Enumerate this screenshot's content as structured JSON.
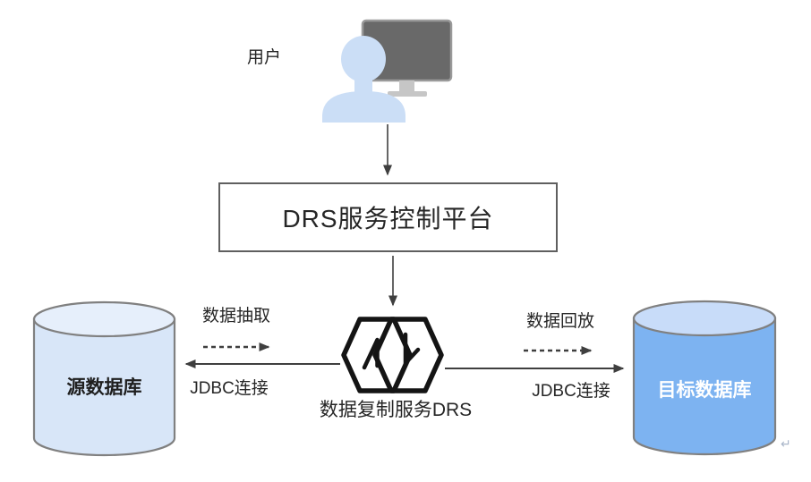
{
  "diagram": {
    "user_label": "用户",
    "platform_label": "DRS服务控制平台",
    "drs_label": "数据复制服务DRS",
    "source_db_label": "源数据库",
    "target_db_label": "目标数据库",
    "left_flow": {
      "data_label": "数据抽取",
      "conn_label": "JDBC连接"
    },
    "right_flow": {
      "data_label": "数据回放",
      "conn_label": "JDBC连接"
    },
    "return_mark": "↵",
    "colors": {
      "person": "#cbdef6",
      "monitor": "#696969",
      "monitor_edge": "#9a9a9a",
      "monitor_stand": "#c6c6c6",
      "source_db_body": "#d8e6f8",
      "source_db_top": "#e6effb",
      "target_db_body": "#7db3f1",
      "target_db_top": "#c8dcf9",
      "db_stroke": "#808080",
      "line": "#3f3f3f",
      "icon_stroke": "#141414",
      "box_border": "#5f5f5f",
      "text": "#262626",
      "db_text_light": "#ffffff",
      "return_mark": "#a9b6c9"
    }
  }
}
